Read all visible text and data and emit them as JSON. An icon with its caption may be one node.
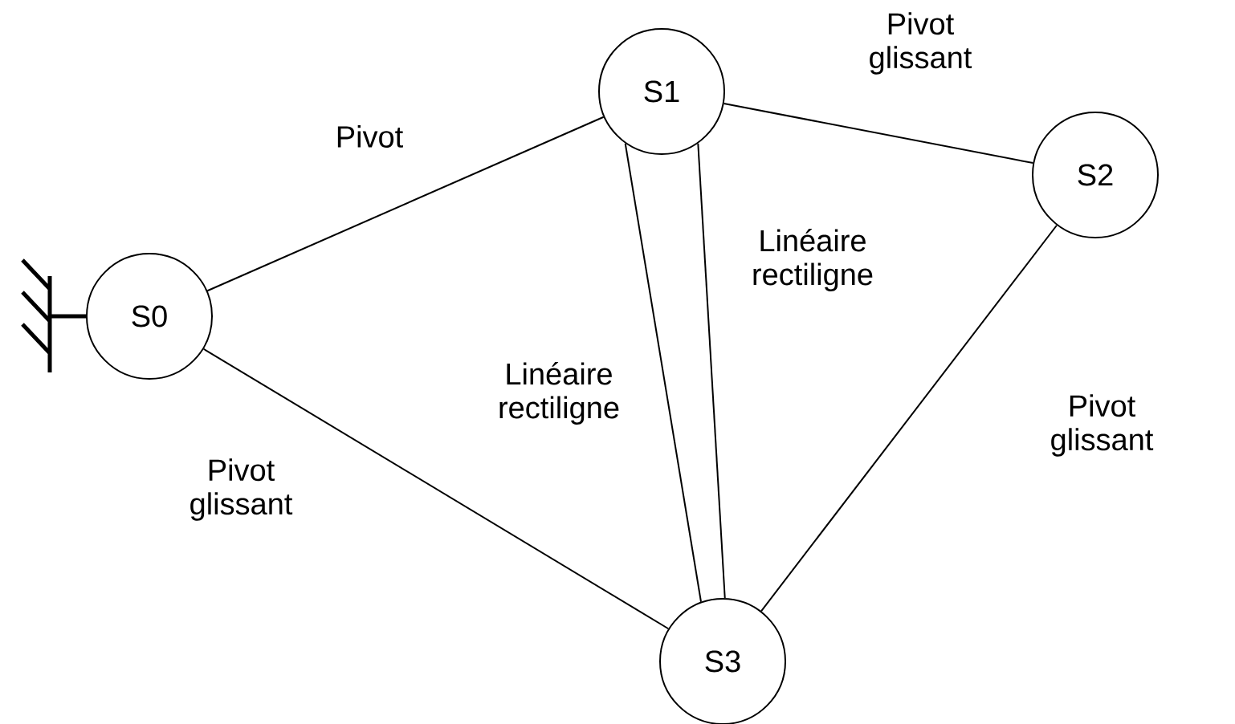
{
  "diagram": {
    "nodes": [
      {
        "text": [
          "S0"
        ]
      },
      {
        "text": [
          "S1"
        ]
      },
      {
        "text": [
          "S2"
        ]
      },
      {
        "text": [
          "S3"
        ]
      }
    ],
    "edges": [
      {
        "from": 0,
        "to": 1,
        "arrow": "none",
        "label": "Pivot"
      },
      {
        "from": 1,
        "to": 2,
        "arrow": "none",
        "label": "Pivot glissant"
      },
      {
        "from": 0,
        "to": 3,
        "arrow": "none",
        "label": "Pivot glissant"
      },
      {
        "from": 1,
        "to": 3,
        "arrow": "none",
        "label": "Linéaire rectiligne"
      },
      {
        "from": 1,
        "to": 3,
        "arrow": "none",
        "label": "Linéaire rectiligne"
      },
      {
        "from": 2,
        "to": 3,
        "arrow": "none",
        "label": "Pivot glissant"
      }
    ]
  }
}
